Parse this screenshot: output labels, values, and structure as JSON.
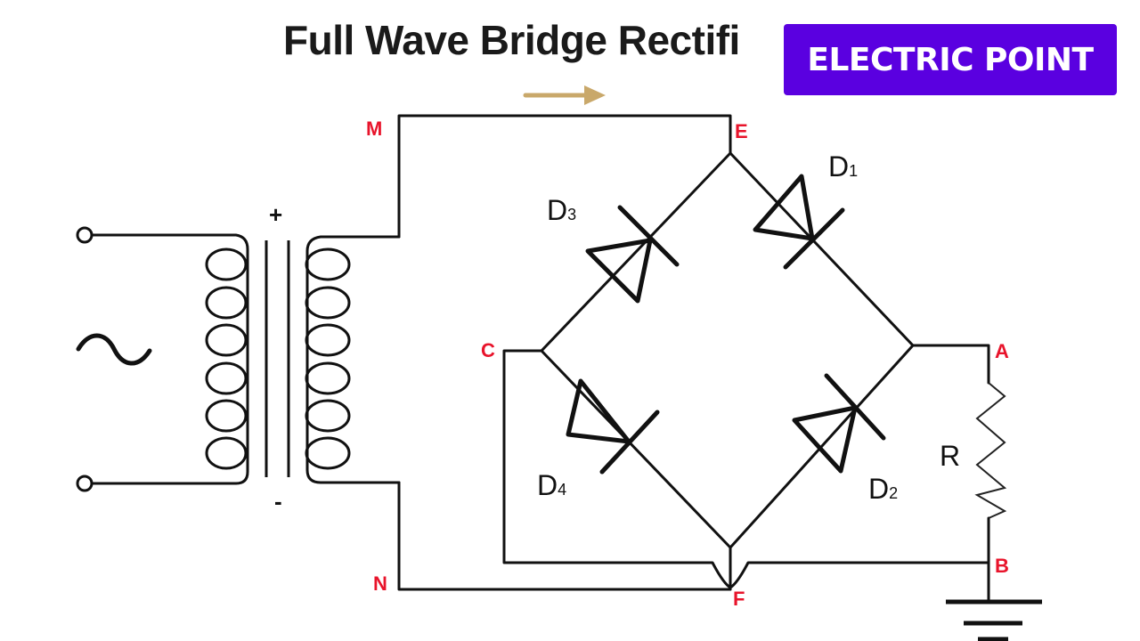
{
  "title": "Full Wave Bridge Rectifi",
  "brand": {
    "label": "ELECTRIC POINT",
    "color": "#5a00e0"
  },
  "colors": {
    "node_label": "#e8142b",
    "arrow": "#c9a86a",
    "wire": "#111111"
  },
  "nodes": {
    "M": "M",
    "N": "N",
    "E": "E",
    "F": "F",
    "C": "C",
    "A": "A",
    "B": "B"
  },
  "components": {
    "d1": {
      "name": "D",
      "sub": "1"
    },
    "d2": {
      "name": "D",
      "sub": "2"
    },
    "d3": {
      "name": "D",
      "sub": "3"
    },
    "d4": {
      "name": "D",
      "sub": "4"
    },
    "resistor": "R"
  },
  "transformer": {
    "plus": "+",
    "minus": "-",
    "source_symbol": "~"
  },
  "current_direction": "right"
}
